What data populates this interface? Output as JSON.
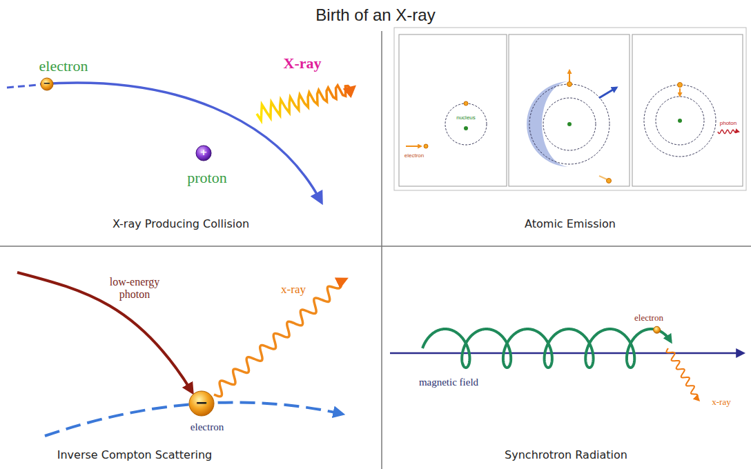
{
  "diagram": {
    "title": "Birth of an X-ray",
    "labels": [
      "electron",
      "−",
      "proton",
      "+",
      "X-ray",
      "X-ray Producing Collision",
      "electron",
      "nucleus",
      "photon",
      "Atomic Emission",
      "low-energy photon",
      "−",
      "electron",
      "x-ray",
      "Inverse Compton Scattering",
      "magnetic field",
      "electron",
      "x-ray",
      "Synchrotron Radiation"
    ]
  }
}
